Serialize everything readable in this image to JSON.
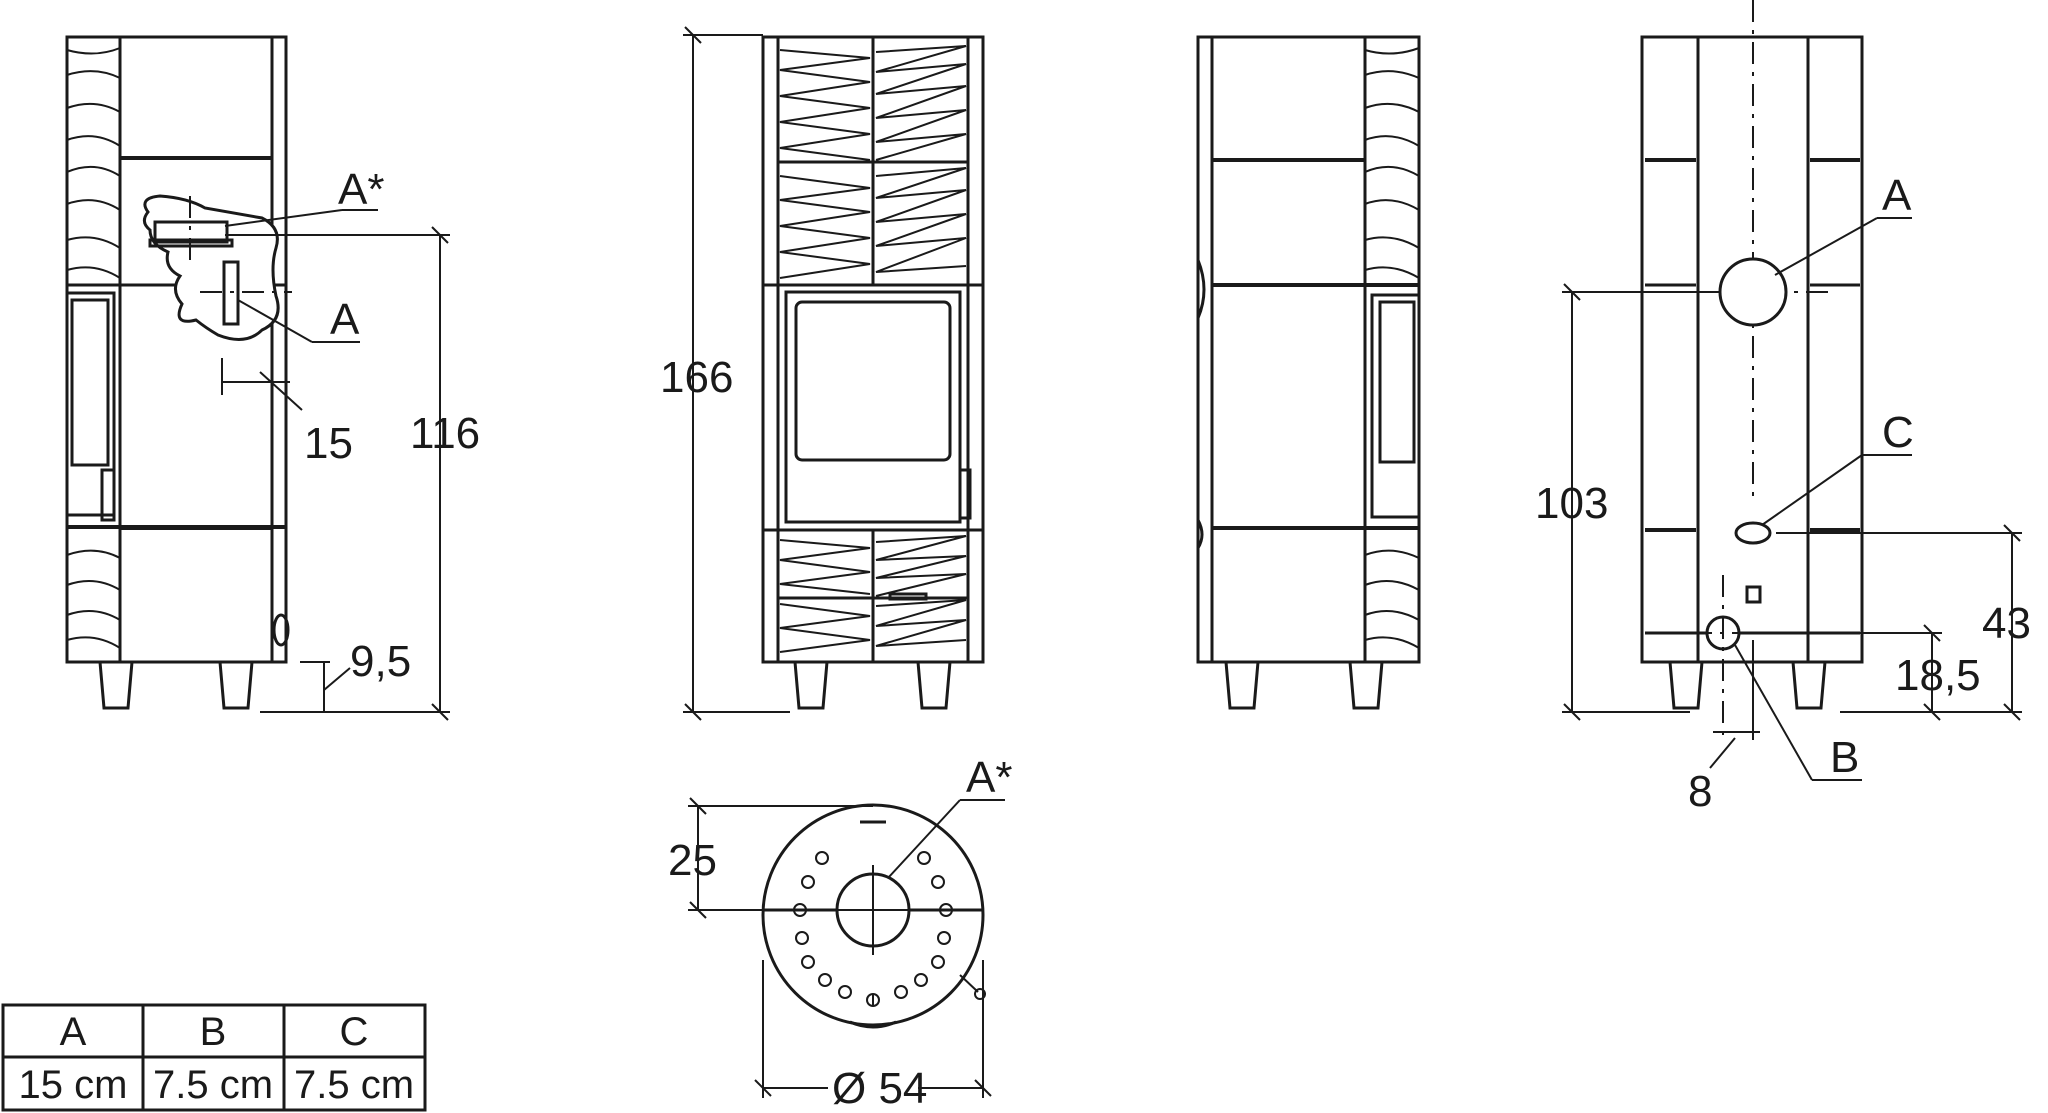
{
  "views": {
    "side_left": {
      "callouts": {
        "a_star": "A*",
        "a": "A"
      },
      "dims": {
        "d15": "15",
        "d116": "116",
        "d9_5": "9,5"
      }
    },
    "front": {
      "dims": {
        "d166": "166"
      }
    },
    "back": {
      "callouts": {
        "a": "A",
        "b": "B",
        "c": "C"
      },
      "dims": {
        "d103": "103",
        "d43": "43",
        "d18_5": "18,5",
        "d8": "8"
      }
    },
    "top": {
      "callouts": {
        "a_star": "A*"
      },
      "dims": {
        "d25": "25",
        "dia54": "Ø 54"
      }
    }
  },
  "legend_table": {
    "headers": [
      "A",
      "B",
      "C"
    ],
    "values": [
      "15 cm",
      "7.5 cm",
      "7.5 cm"
    ]
  }
}
